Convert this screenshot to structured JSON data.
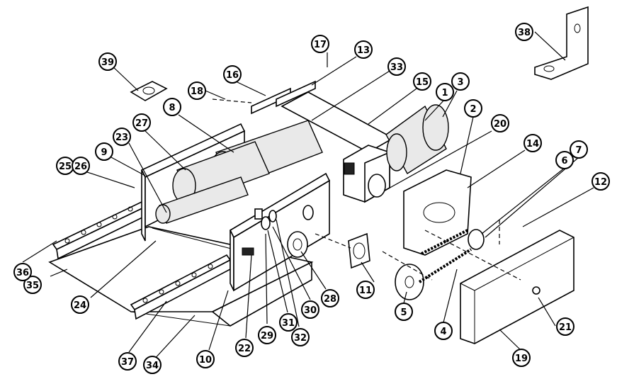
{
  "callouts": [
    {
      "id": "c1",
      "label": "1"
    },
    {
      "id": "c2",
      "label": "2"
    },
    {
      "id": "c3",
      "label": "3"
    },
    {
      "id": "c4",
      "label": "4"
    },
    {
      "id": "c5",
      "label": "5"
    },
    {
      "id": "c6",
      "label": "6"
    },
    {
      "id": "c7",
      "label": "7"
    },
    {
      "id": "c8",
      "label": "8"
    },
    {
      "id": "c9",
      "label": "9"
    },
    {
      "id": "c10",
      "label": "10"
    },
    {
      "id": "c11",
      "label": "11"
    },
    {
      "id": "c12",
      "label": "12"
    },
    {
      "id": "c13",
      "label": "13"
    },
    {
      "id": "c14",
      "label": "14"
    },
    {
      "id": "c15",
      "label": "15"
    },
    {
      "id": "c16",
      "label": "16"
    },
    {
      "id": "c17",
      "label": "17"
    },
    {
      "id": "c18",
      "label": "18"
    },
    {
      "id": "c19",
      "label": "19"
    },
    {
      "id": "c20",
      "label": "20"
    },
    {
      "id": "c21",
      "label": "21"
    },
    {
      "id": "c22",
      "label": "22"
    },
    {
      "id": "c23",
      "label": "23"
    },
    {
      "id": "c24",
      "label": "24"
    },
    {
      "id": "c25",
      "label": "25"
    },
    {
      "id": "c26",
      "label": "26"
    },
    {
      "id": "c27",
      "label": "27"
    },
    {
      "id": "c28",
      "label": "28"
    },
    {
      "id": "c29",
      "label": "29"
    },
    {
      "id": "c30",
      "label": "30"
    },
    {
      "id": "c31",
      "label": "31"
    },
    {
      "id": "c32",
      "label": "32"
    },
    {
      "id": "c33",
      "label": "33"
    },
    {
      "id": "c34",
      "label": "34"
    },
    {
      "id": "c35",
      "label": "35"
    },
    {
      "id": "c36",
      "label": "36"
    },
    {
      "id": "c37",
      "label": "37"
    },
    {
      "id": "c38",
      "label": "38"
    },
    {
      "id": "c39",
      "label": "39"
    }
  ]
}
